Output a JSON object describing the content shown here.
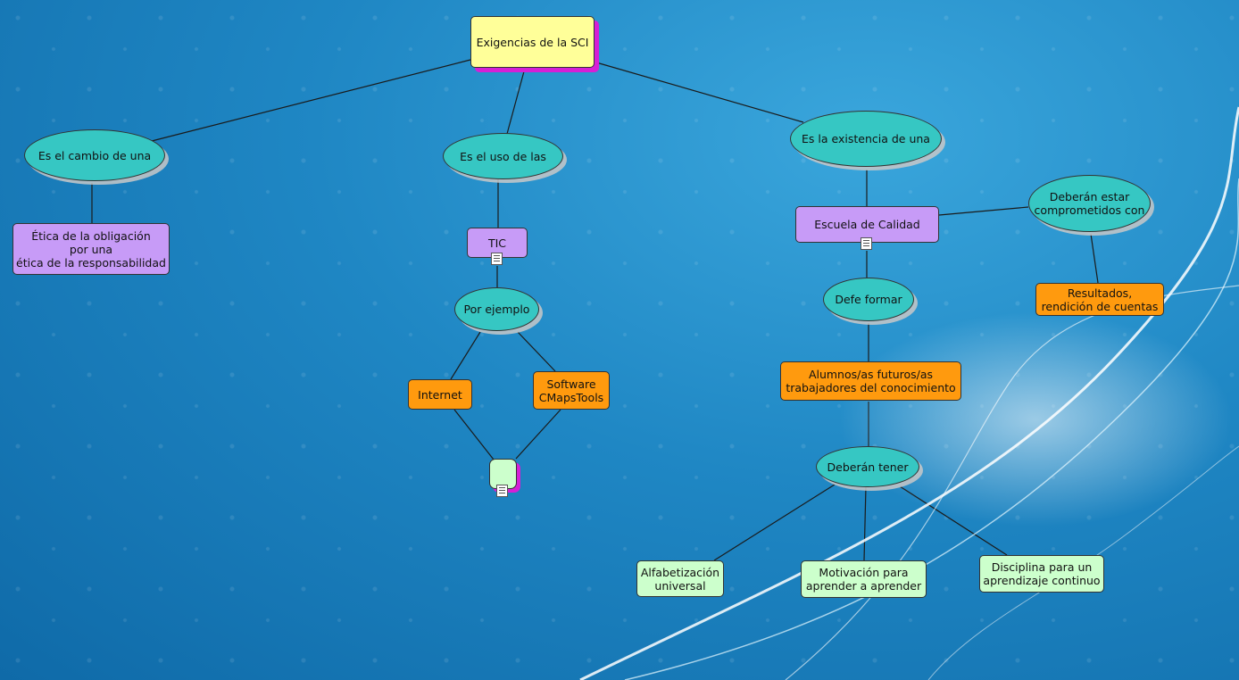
{
  "diagram": {
    "root": {
      "text": "Exigencias de la SCI"
    },
    "link_cambio": {
      "text": "Es el cambio de una"
    },
    "etica": {
      "text": "Ética de la obligación\npor una\nética de la responsabilidad"
    },
    "link_uso": {
      "text": "Es el uso de las"
    },
    "tic": {
      "text": "TIC"
    },
    "por_ejemplo": {
      "text": "Por ejemplo"
    },
    "internet": {
      "text": "Internet"
    },
    "software": {
      "text": "Software\nCMapsTools"
    },
    "blank_node": {
      "text": ""
    },
    "link_existencia": {
      "text": "Es la existencia de una"
    },
    "escuela": {
      "text": "Escuela de Calidad"
    },
    "link_comprometidos": {
      "text": "Deberán estar\ncomprometidos con"
    },
    "resultados": {
      "text": "Resultados,\nrendición de cuentas"
    },
    "defe_formar": {
      "text": "Defe formar"
    },
    "alumnos": {
      "text": "Alumnos/as futuros/as\ntrabajadores del conocimiento"
    },
    "deberan_tener": {
      "text": "Deberán tener"
    },
    "alfabetizacion": {
      "text": "Alfabetización\nuniversal"
    },
    "motivacion": {
      "text": "Motivación para\naprender a aprender"
    },
    "disciplina": {
      "text": "Disciplina para un\naprendizaje continuo"
    }
  },
  "colors": {
    "concept_yellow": "#ffff99",
    "link_teal": "#36c7c3",
    "concept_purple": "#c79bf7",
    "concept_orange": "#ff9a0e",
    "concept_green": "#ccffcc",
    "shadow_magenta": "#d61fd6"
  },
  "icons": [
    "resource-document-icon"
  ]
}
